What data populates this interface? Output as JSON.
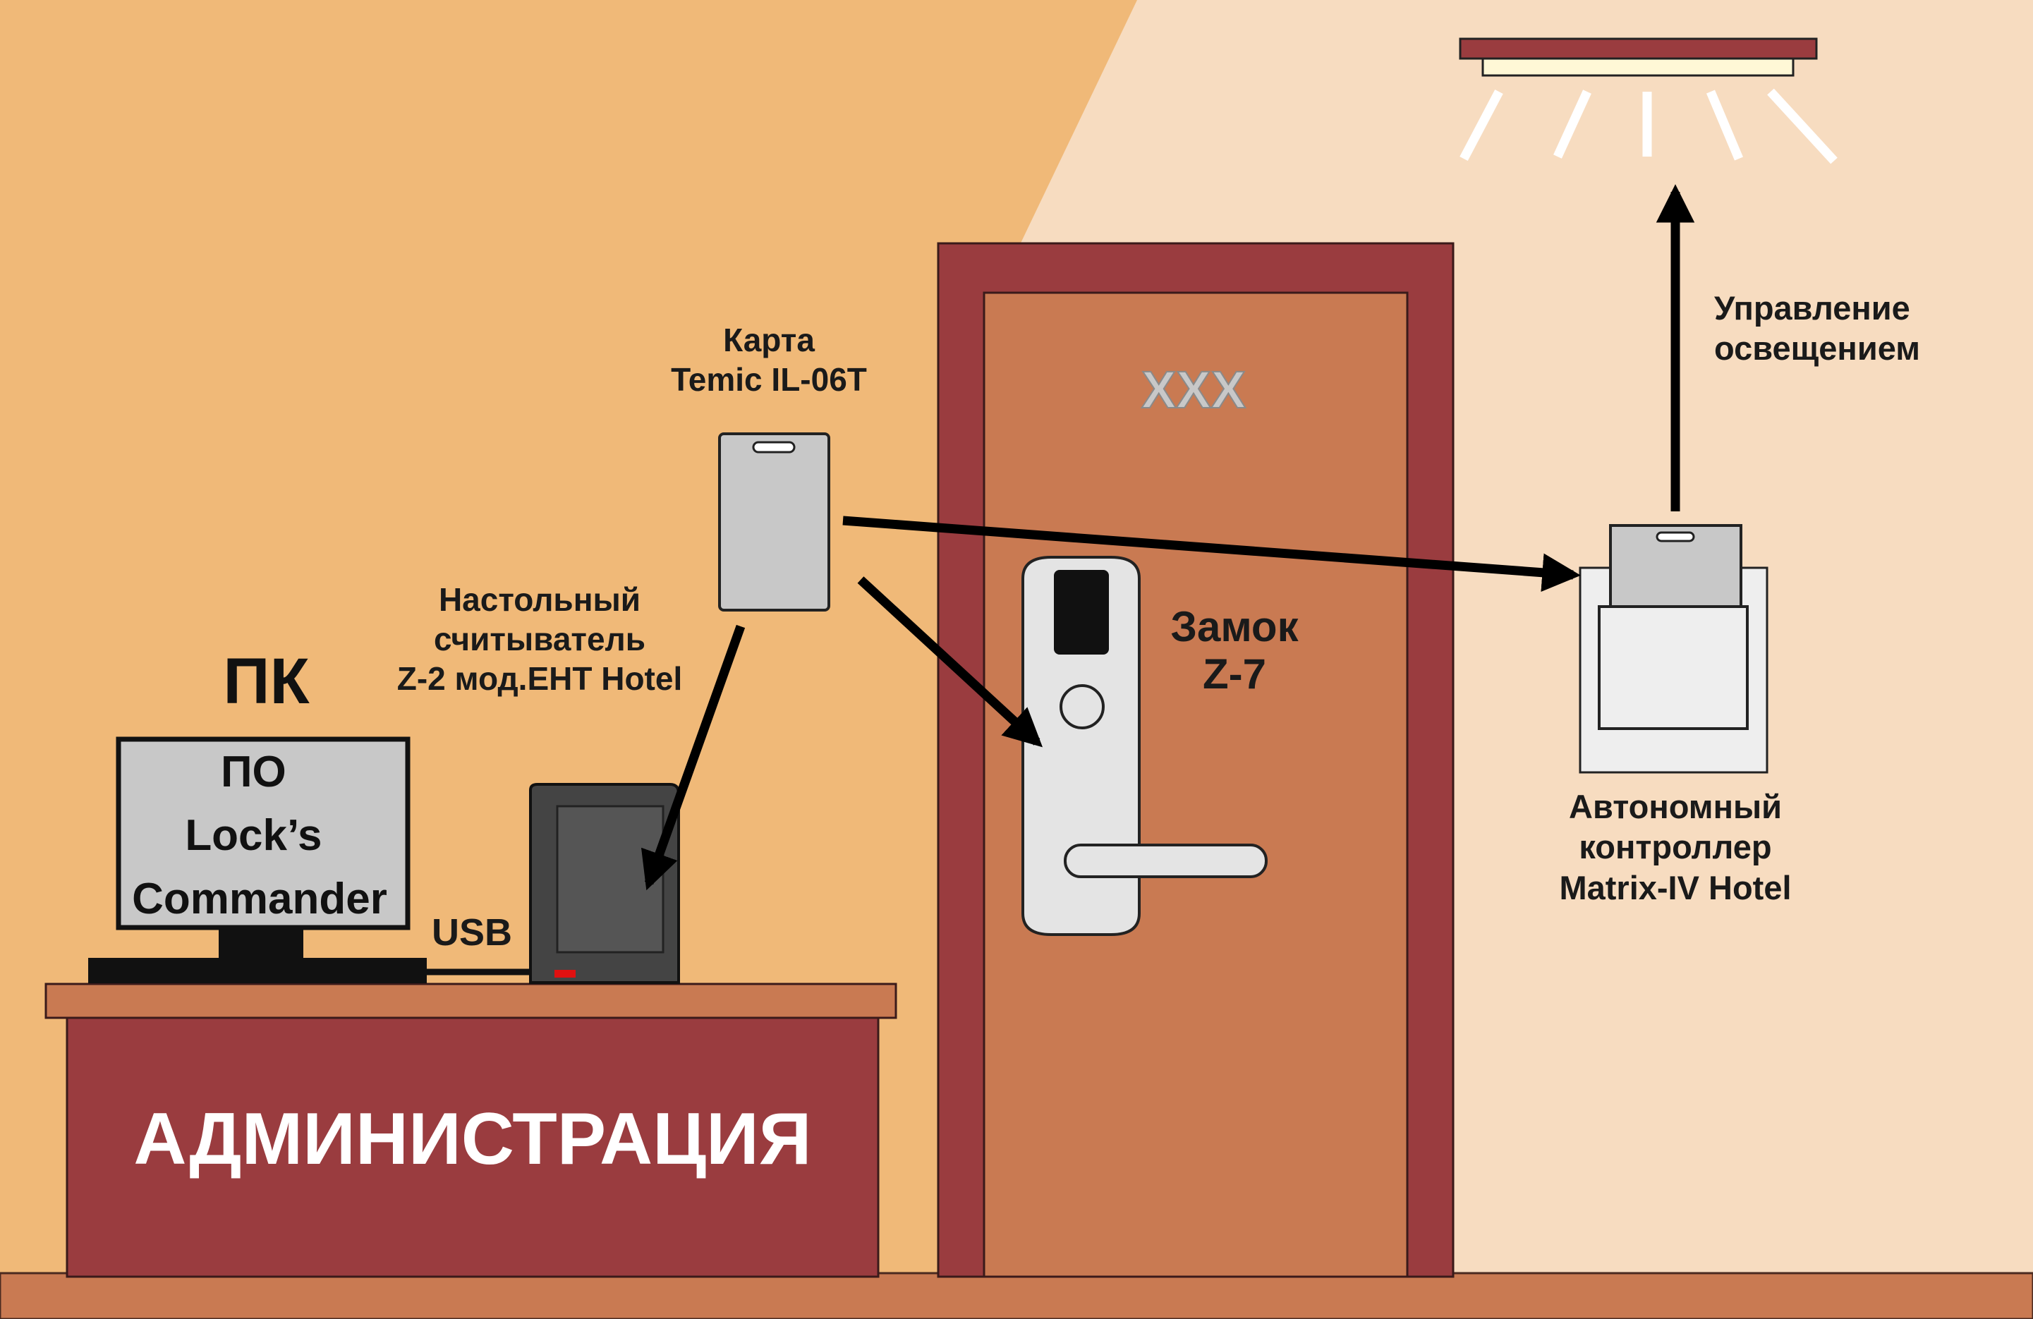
{
  "room_number": "XXX",
  "pc": {
    "title": "ПК",
    "screen_lines": [
      "ПО",
      "Lock’s",
      "Commander"
    ],
    "connection": "USB"
  },
  "reader": {
    "lines": [
      "Настольный",
      "считыватель",
      "Z-2 мод.EHT Hotel"
    ]
  },
  "card": {
    "lines": [
      "Карта",
      "Temic IL-06T"
    ]
  },
  "lock": {
    "lines": [
      "Замок",
      "Z-7"
    ]
  },
  "controller": {
    "lines": [
      "Автономный",
      "контроллер",
      "Matrix-IV Hotel"
    ]
  },
  "lighting": {
    "lines": [
      "Управление",
      "освещением"
    ]
  },
  "desk_sign": "АДМИНИСТРАЦИЯ",
  "colors": {
    "left_wall": "#f0b978",
    "right_wall": "#f7dcc0",
    "door_frame": "#9a3c3f",
    "door_leaf": "#c97a52",
    "desk": "#9a3c3f",
    "desk_top": "#c97a52",
    "floor": "#c97a52"
  }
}
